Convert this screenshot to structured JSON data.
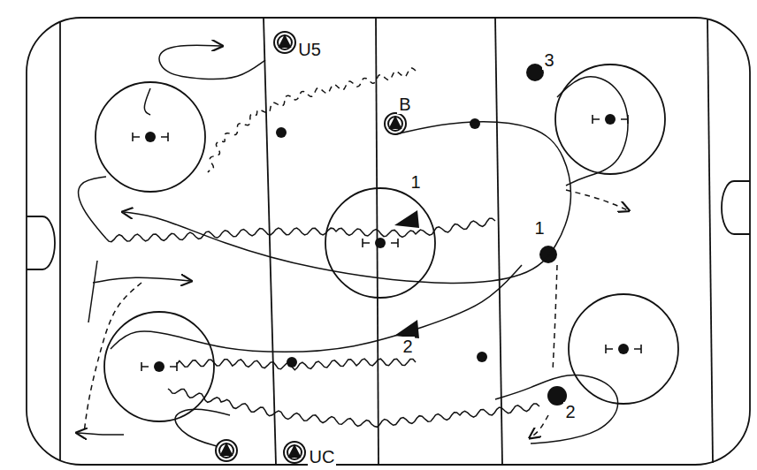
{
  "diagram": {
    "labels": [
      "U5",
      "3",
      "B",
      "1",
      "1",
      "2",
      "2",
      "UC"
    ]
  }
}
